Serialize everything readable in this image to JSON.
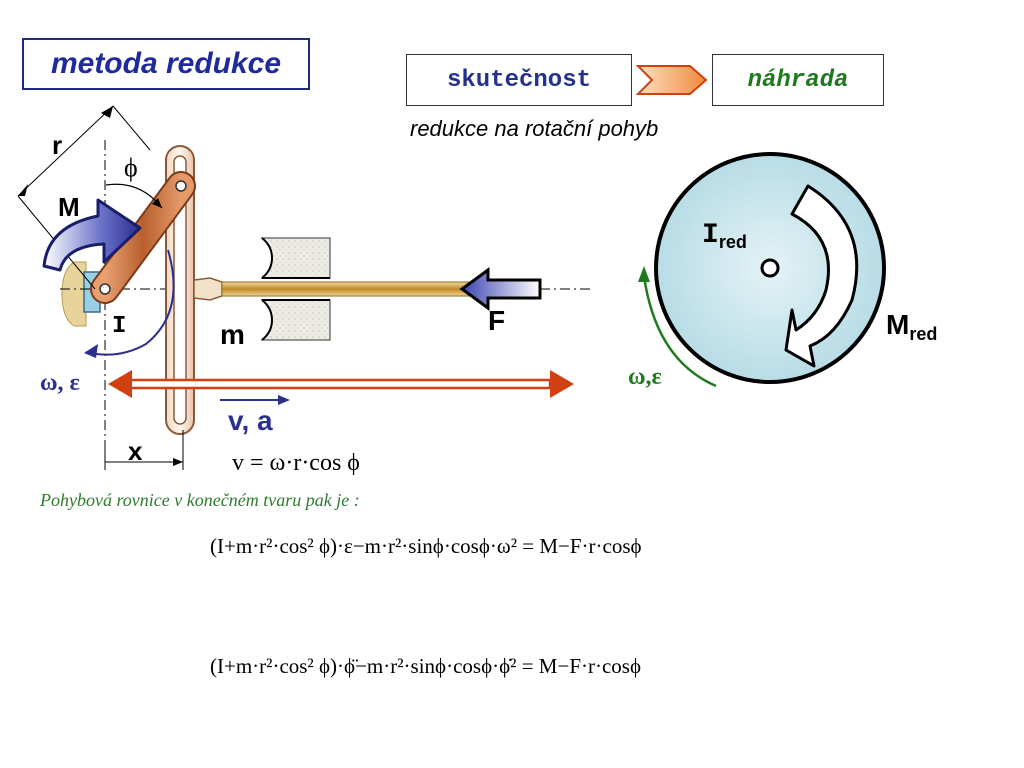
{
  "header": {
    "title": "metoda redukce",
    "real_label": "skutečnost",
    "substitute_label": "náhrada",
    "subtitle": "redukce na rotační pohyb"
  },
  "mechanism": {
    "r_label": "r",
    "phi_label": "ϕ",
    "M_label": "M",
    "I_label": "I",
    "m_label": "m",
    "F_label": "F",
    "omega_eps_label": "ω, ε",
    "va_label": "v, a",
    "x_label": "x"
  },
  "reduced_model": {
    "I_main": "I",
    "I_sub": "red",
    "M_main": "M",
    "M_sub": "red",
    "omega_eps_label": "ω,ε"
  },
  "equations": {
    "velocity": "v = ω·r·cos ϕ",
    "caption": "Pohybová rovnice v konečném tvaru pak je :",
    "eq1": "(I+m·r²·cos² ϕ)·ε−m·r²·sinϕ·cosϕ·ω² = M−F·r·cosϕ",
    "eq2": "(I+m·r²·cos² ϕ)·ϕ̈−m·r²·sinϕ·cosϕ·ϕ̇² = M−F·r·cosϕ"
  },
  "colors": {
    "title_text": "#1f2a9e",
    "substitute_text": "#1f7a1f",
    "caption_text": "#2f7a2f",
    "disk_fill": "#cde6ec",
    "crank": "#c87a4a",
    "rod": "#d8b060",
    "arrow_red": "#d04010",
    "arrow_blue": "#2b2f8f",
    "arrow_green": "#1d7a1d"
  }
}
